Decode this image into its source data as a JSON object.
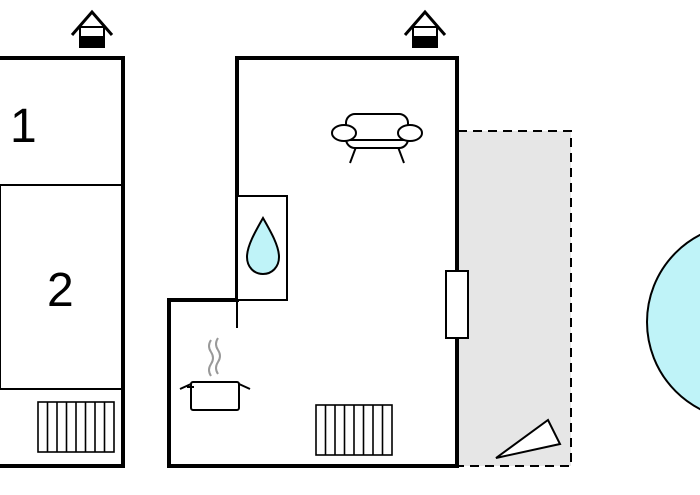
{
  "floorplan": {
    "rooms": [
      {
        "id": "room-1",
        "label": "1"
      },
      {
        "id": "room-2",
        "label": "2"
      }
    ],
    "symbols": [
      "entrance-house-icon",
      "sofa-icon",
      "water-drop-icon",
      "cooking-pot-icon",
      "radiator-icon",
      "window-icon",
      "deck-chair-icon",
      "pool-icon"
    ],
    "colors": {
      "wall": "#000000",
      "terrace": "#e6e6e6",
      "water": "#bff3f8"
    }
  }
}
